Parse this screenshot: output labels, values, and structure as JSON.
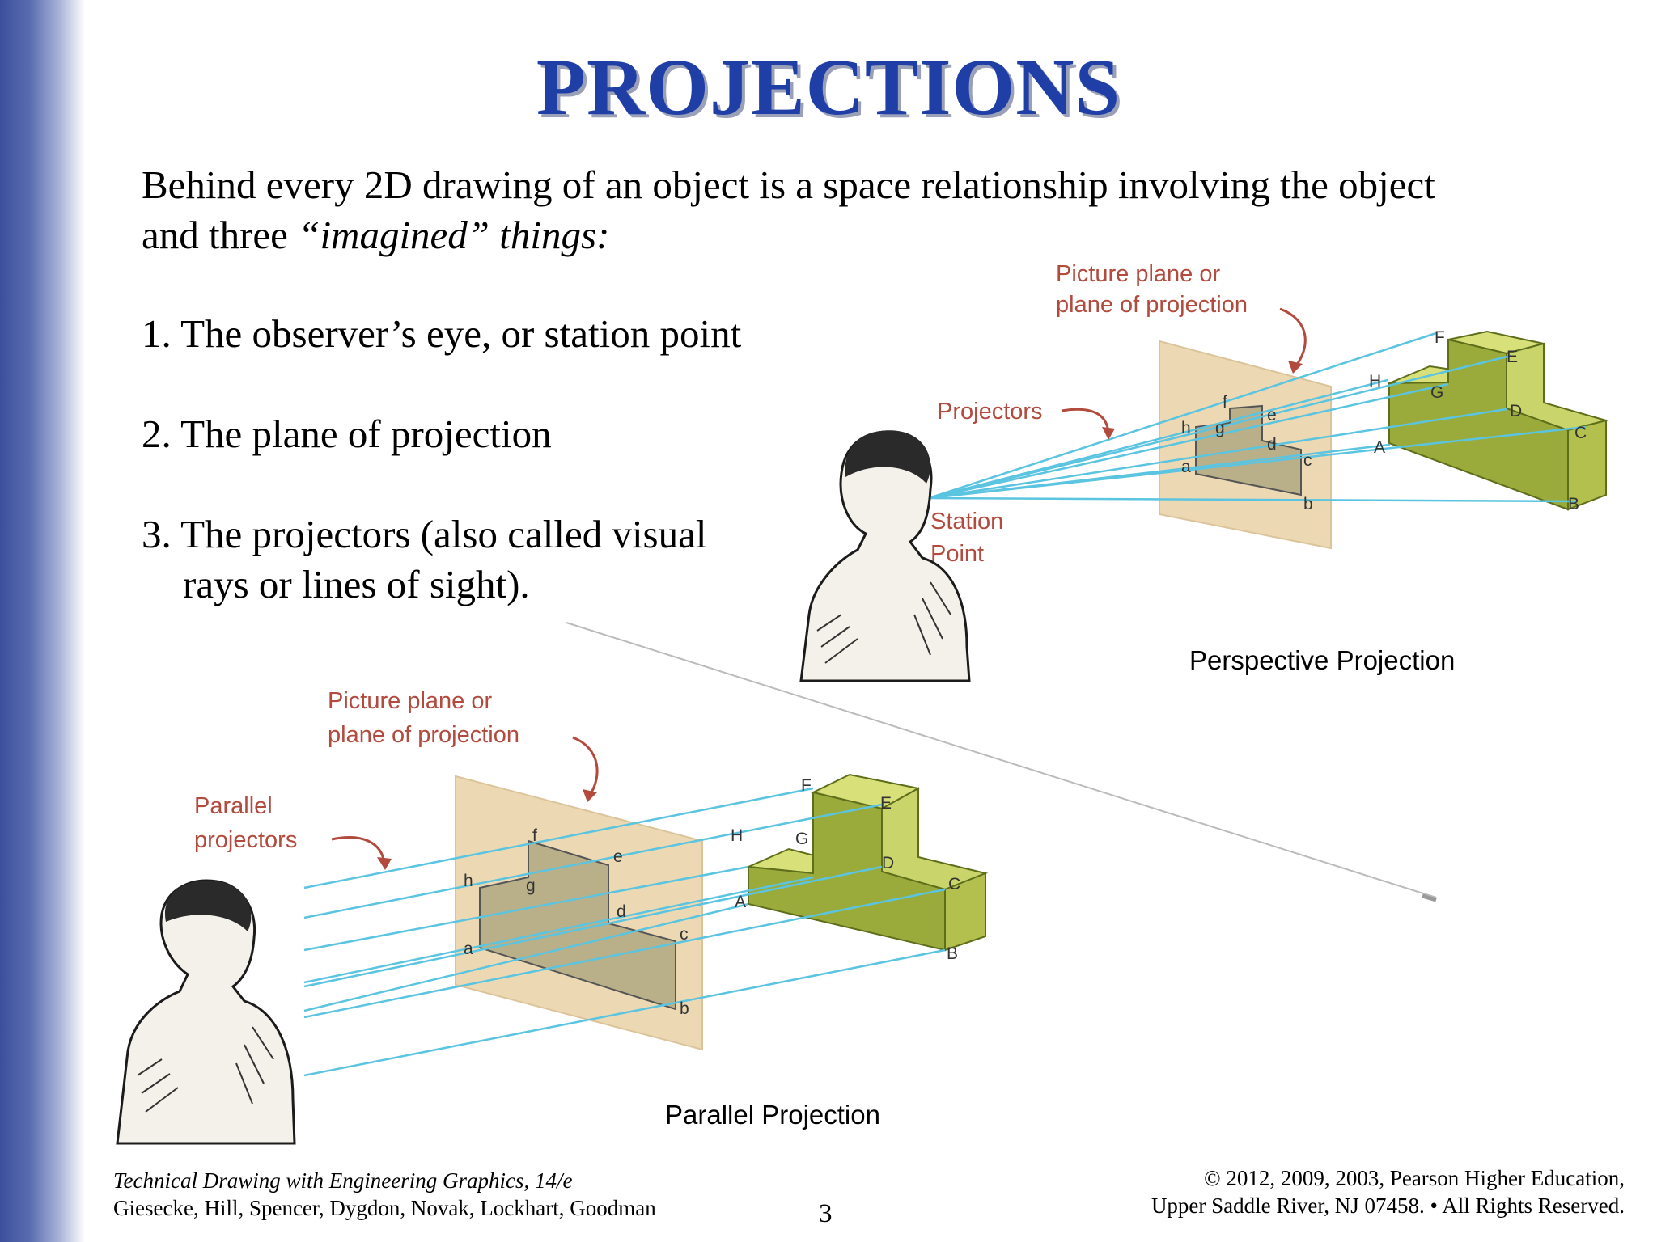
{
  "slide": {
    "title": "PROJECTIONS",
    "intro_line1": "Behind every 2D drawing of an object is a space relationship involving the object",
    "intro_line2_plain": "and three ",
    "intro_line2_italic": "“imagined” things:",
    "item1": "1. The observer’s eye, or station point",
    "item2": "2. The plane of projection",
    "item3_line1": "3. The projectors (also called visual",
    "item3_line2": "rays or lines of sight)."
  },
  "perspective": {
    "caption": "Perspective Projection",
    "plane_label_1": "Picture plane or",
    "plane_label_2": "plane of projection",
    "projectors_label": "Projectors",
    "station_label_1": "Station",
    "station_label_2": "Point",
    "points_upper": [
      "F",
      "E",
      "H",
      "G",
      "D",
      "C",
      "A",
      "B"
    ],
    "points_lower": [
      "f",
      "e",
      "h",
      "g",
      "d",
      "c",
      "a",
      "b"
    ]
  },
  "parallel": {
    "caption": "Parallel Projection",
    "plane_label_1": "Picture plane or",
    "plane_label_2": "plane of projection",
    "projectors_label_1": "Parallel",
    "projectors_label_2": "projectors",
    "points_upper": [
      "F",
      "E",
      "H",
      "G",
      "D",
      "A",
      "C",
      "B"
    ],
    "points_lower": [
      "f",
      "e",
      "h",
      "g",
      "d",
      "a",
      "c",
      "b"
    ]
  },
  "footer": {
    "book_title": "Technical Drawing with Engineering Graphics, 14/e",
    "authors": "Giesecke, Hill, Spencer, Dygdon, Novak, Lockhart, Goodman",
    "page_number": "3",
    "copyright_1": "© 2012, 2009, 2003, Pearson Higher Education,",
    "copyright_2": "Upper Saddle River, NJ 07458. • All Rights Reserved."
  },
  "colors": {
    "title": "#1f3fa6",
    "label": "#b24b3e",
    "projector": "#5bc4e0",
    "object": "#9aab3c",
    "plane": "#ecd9b4"
  }
}
